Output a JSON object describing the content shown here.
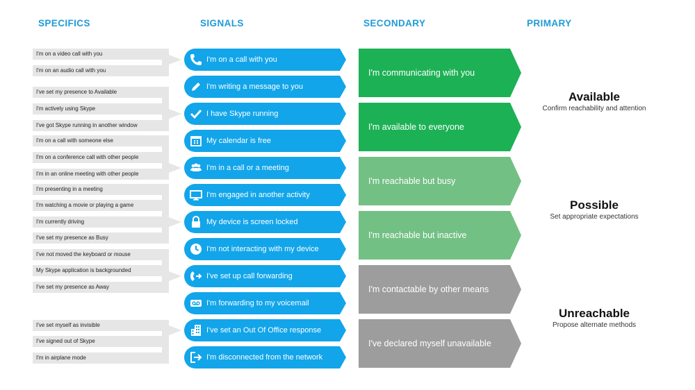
{
  "headers": {
    "specifics": "SPECIFICS",
    "signals": "SIGNALS",
    "secondary": "SECONDARY",
    "primary": "PRIMARY"
  },
  "colors": {
    "header": "#1f9bd7",
    "signal": "#12a5ea",
    "green_dark": "#1db155",
    "green_light": "#73c084",
    "gray": "#9d9d9d",
    "spec_bg": "#e6e6e6"
  },
  "specifics": [
    {
      "items": [
        "I'm on a video call with you",
        "I'm on an audio call with you"
      ]
    },
    {
      "items": [
        "I've set my presence to Available",
        "I'm actively using Skype",
        "I've got Skype running in another window"
      ]
    },
    {
      "items": [
        "I'm on a call with someone else",
        "I'm on a conference call with other people",
        "I'm in an online meeting with other people"
      ]
    },
    {
      "items": [
        "I'm presenting in a meeting",
        "I'm watching a movie or playing a game",
        "I'm currently driving",
        "I've set my presence as Busy"
      ]
    },
    {
      "items": [
        "I've not moved the keyboard or mouse",
        "My Skype application is backgrounded",
        "I've set my presence as Away"
      ]
    },
    {
      "items": [
        "I've set myself as invisible",
        "I've signed out of Skype",
        "I'm in airplane mode"
      ]
    }
  ],
  "signals": [
    {
      "label": "I'm on a call with you",
      "icon": "phone-icon"
    },
    {
      "label": "I'm writing a message to you",
      "icon": "pencil-icon"
    },
    {
      "label": "I have Skype running",
      "icon": "checkmark-icon"
    },
    {
      "label": "My calendar is free",
      "icon": "calendar-icon"
    },
    {
      "label": "I'm in a call or a meeting",
      "icon": "people-icon"
    },
    {
      "label": "I'm engaged in another activity",
      "icon": "monitor-icon"
    },
    {
      "label": "My device is screen locked",
      "icon": "lock-icon"
    },
    {
      "label": "I'm not interacting with my device",
      "icon": "clock-icon"
    },
    {
      "label": "I've set up call forwarding",
      "icon": "call-forward-icon"
    },
    {
      "label": "I'm forwarding to my voicemail",
      "icon": "voicemail-icon"
    },
    {
      "label": "I've set an Out Of Office response",
      "icon": "building-icon"
    },
    {
      "label": "I'm disconnected from the network",
      "icon": "sign-out-icon"
    }
  ],
  "secondary": [
    {
      "label": "I'm communicating with you",
      "color": "#1db155"
    },
    {
      "label": "I'm available to everyone",
      "color": "#1db155"
    },
    {
      "label": "I'm reachable but busy",
      "color": "#73c084"
    },
    {
      "label": "I'm reachable but inactive",
      "color": "#73c084"
    },
    {
      "label": "I'm contactable by other means",
      "color": "#9d9d9d"
    },
    {
      "label": "I've declared myself unavailable",
      "color": "#9d9d9d"
    }
  ],
  "primary": [
    {
      "title": "Available",
      "subtitle": "Confirm reachability and attention"
    },
    {
      "title": "Possible",
      "subtitle": "Set appropriate expectations"
    },
    {
      "title": "Unreachable",
      "subtitle": "Propose alternate methods"
    }
  ]
}
